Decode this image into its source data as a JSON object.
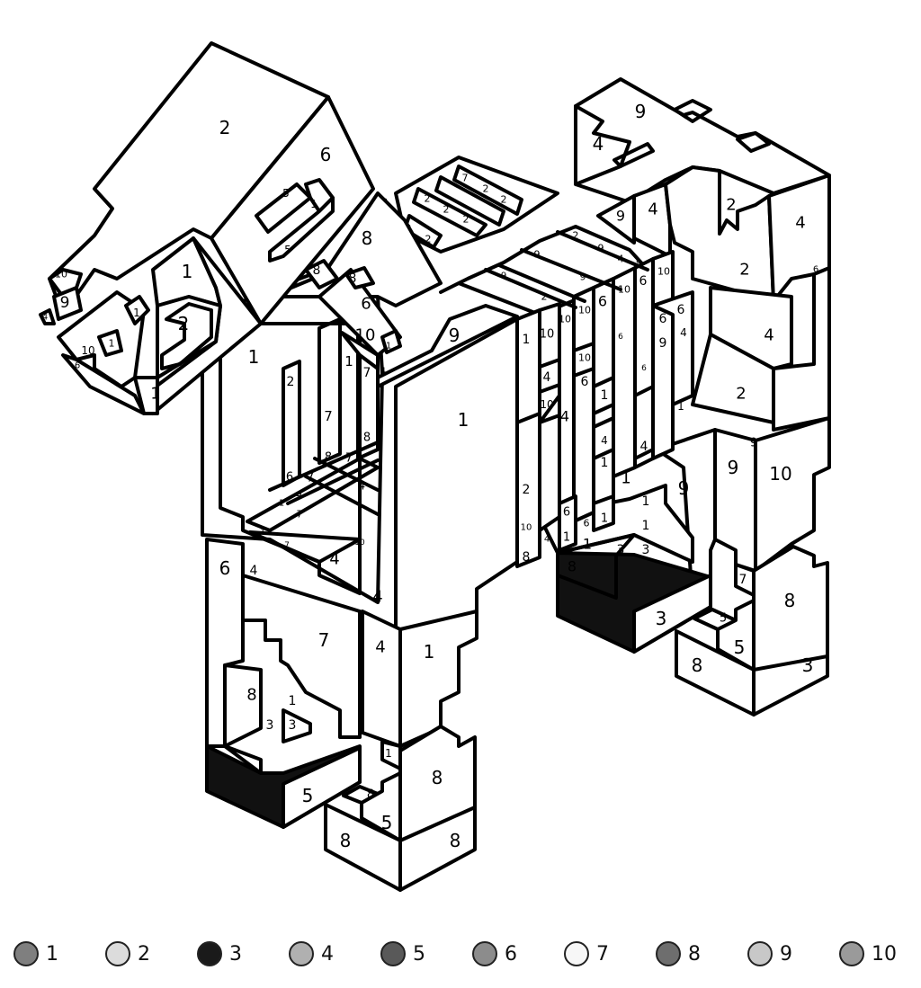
{
  "palette": [
    {
      "number": "1",
      "color": "#7f7f7f"
    },
    {
      "number": "2",
      "color": "#dcdcdc"
    },
    {
      "number": "3",
      "color": "#1a1a1a"
    },
    {
      "number": "4",
      "color": "#b0b0b0"
    },
    {
      "number": "5",
      "color": "#595959"
    },
    {
      "number": "6",
      "color": "#8c8c8c"
    },
    {
      "number": "7",
      "color": "#f7f7f7"
    },
    {
      "number": "8",
      "color": "#6e6e6e"
    },
    {
      "number": "9",
      "color": "#c8c8c8"
    },
    {
      "number": "10",
      "color": "#9a9a9a"
    }
  ],
  "regions": {
    "head_top": "2",
    "head_side": "6",
    "head_front": "1",
    "snout_front": "1",
    "snout_top": "10",
    "snout_nose": "9",
    "snout_small_a": "4",
    "snout_small_b": "10",
    "snout_small_c": "6",
    "snout_small_d": "1",
    "snout_eye": "1",
    "head_cheek": "2",
    "eye_a": "5",
    "eye_b": "1",
    "eye_c": "5",
    "neck_side": "8",
    "neck_small": "8",
    "neck_inner_a": "8",
    "neck_inner_b": "6",
    "neck_inner_c": "10",
    "neck_inner_d": "1",
    "neck_inner_e": "2",
    "mane_a": "7",
    "mane_b": "2",
    "mane_c": "2",
    "mane_d": "2",
    "mane_e": "2",
    "mane_f": "2",
    "mane_g": "2",
    "mane_h": "2",
    "chest_front": "1",
    "chest_top": "9",
    "chest_left": "1",
    "chest_inner": "1",
    "chest_inner_7": "7",
    "chest_small_4": "4",
    "rib_top_a": "9",
    "rib_top_b": "2",
    "rib_top_c": "4",
    "rib_top_d": "9",
    "rib_top_e": "10",
    "rib_a": "1",
    "rib_b": "10",
    "rib_c": "10",
    "rib_d": "6",
    "rib_e": "10",
    "rib_f": "6",
    "rib_g": "10",
    "rib_h": "4",
    "rib_i": "10",
    "rib_j": "4",
    "rib_k": "6",
    "rib_l": "1",
    "rib_m": "4",
    "rib_n": "1",
    "rib_o": "1",
    "rib_p": "4",
    "rib_q": "9",
    "rib_r": "6",
    "rib_s": "6",
    "rib_t": "2",
    "rib_u": "4",
    "rib_v": "2",
    "body_under_a": "2",
    "body_under_b": "2",
    "body_under_c": "4",
    "body_under_d": "8",
    "body_under_e": "4",
    "body_under_f": "6",
    "body_under_g": "1",
    "body_under_h": "6",
    "body_under_i": "1",
    "body_under_j": "10",
    "body_under_k": "8",
    "inner_floor_a": "6",
    "inner_floor_b": "7",
    "inner_floor_c": "4",
    "inner_floor_d": "1",
    "inner_floor_e": "7",
    "inner_floor_f": "1",
    "inner_floor_g": "7",
    "inner_floor_h": "4",
    "inner_floor_i": "10",
    "inner_floor_j": "8",
    "inner_floor_k": "8",
    "inner_floor_l": "7",
    "inner_floor_m": "4",
    "inner_floor_n": "4",
    "hip_top": "9",
    "hip_left": "4",
    "hip_inner_a": "9",
    "hip_inner_b": "4",
    "hip_right": "4",
    "hip_mid_a": "2",
    "hip_mid_b": "2",
    "hip_mid_c": "4",
    "hip_mid_d": "2",
    "hip_small": "6",
    "hip_small_b": "1",
    "rear_leg_left": "9",
    "rear_leg_front": "9",
    "rear_leg_side": "10",
    "rear_leg_small": "9",
    "rear_hoof_side": "8",
    "rear_hoof_front": "3",
    "rear_hoof_top_a": "5",
    "rear_hoof_top_b": "5",
    "rear_hoof_top_c": "7",
    "rear_hoof_bottom": "8",
    "back_leg_a": "1",
    "back_leg_b": "1",
    "back_leg_c": "1",
    "back_leg_d": "1",
    "back_hoof_dark": "3",
    "back_hoof_front": "3",
    "back_hoof_top_a": "3",
    "back_hoof_top_b": "3",
    "back_hoof_side": "8",
    "front_leg_left": "6",
    "front_leg_small": "4",
    "front_leg_inner": "7",
    "front_leg_front": "4",
    "front_leg_side": "1",
    "front_leg_inner2": "8",
    "front_leg_small2": "1",
    "front_hoof_a": "3",
    "front_hoof_b": "3",
    "front_hoof_front": "5",
    "front_leg2_side": "8",
    "front_leg2_small": "1",
    "front_hoof2_top": "8",
    "front_hoof2_mid": "5",
    "front_hoof2_left": "8",
    "front_hoof2_right": "8",
    "front_belly": "4"
  }
}
